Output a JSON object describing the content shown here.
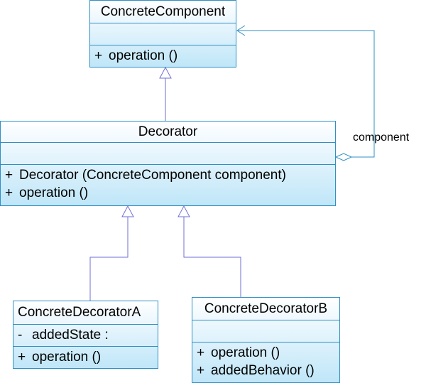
{
  "classes": {
    "concrete_component": {
      "name": "ConcreteComponent",
      "attributes": [],
      "operations": [
        {
          "visibility": "+",
          "text": "operation ()"
        }
      ]
    },
    "decorator": {
      "name": "Decorator",
      "attributes": [],
      "operations": [
        {
          "visibility": "+",
          "text": "Decorator (ConcreteComponent component)"
        },
        {
          "visibility": "+",
          "text": "operation ()"
        }
      ]
    },
    "concrete_decorator_a": {
      "name": "ConcreteDecoratorA",
      "attributes": [
        {
          "visibility": "-",
          "text": "addedState :"
        }
      ],
      "operations": [
        {
          "visibility": "+",
          "text": "operation ()"
        }
      ]
    },
    "concrete_decorator_b": {
      "name": "ConcreteDecoratorB",
      "attributes": [],
      "operations": [
        {
          "visibility": "+",
          "text": "operation ()"
        },
        {
          "visibility": "+",
          "text": "addedBehavior ()"
        }
      ]
    }
  },
  "relations": {
    "aggregation_label": "component"
  },
  "colors": {
    "border": "#2f8fc4",
    "connector": "#6f6fd6",
    "aggregation": "#2f8fc4"
  }
}
